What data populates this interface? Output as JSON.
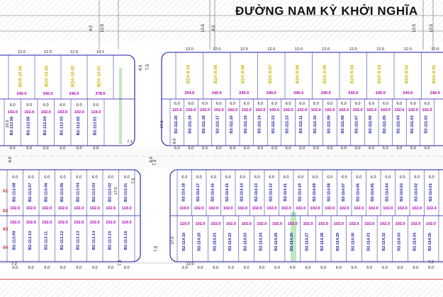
{
  "road_name": "ĐƯỜNG NAM KỲ KHỞI NGHĨA",
  "colors": {
    "block_outline": "#1a1aa8",
    "lot_label": "#1a1aa8",
    "upper_lot_label": "#c9b400",
    "area_label": "#b000b0",
    "dim_text": "#111111",
    "road_fill": "#f3f3f3",
    "green_strip": "#bfe8bf",
    "red_boundary": "#d23c3c"
  },
  "road_widths": [
    "4.0",
    "10.5",
    "10.5",
    "4.0",
    "7.5",
    "7.5",
    "7.5",
    "7.5",
    "7.5",
    "4.0",
    "4.0",
    "4.0",
    "10.5",
    "10.5",
    "4.0"
  ],
  "upper_left_block": {
    "lots": [
      "B2A-10.04",
      "B2A-10.03",
      "B2A-10.02",
      "B2A-10.01"
    ],
    "areas": [
      "240.0",
      "240.0",
      "240.0",
      "378.6"
    ],
    "widths": [
      "12.0",
      "12.0",
      "12.0",
      "19.2"
    ]
  },
  "upper_right_block": {
    "lots": [
      "B2A-9.10",
      "B2A-9.09",
      "B2A-9.08",
      "B2A-9.07",
      "B2A-9.06",
      "B2A-9.05",
      "B2A-9.04",
      "B2A-9.03",
      "B2A-9.02",
      "B2A-9.01"
    ],
    "areas": [
      "254.6",
      "240.0",
      "240.0",
      "240.0",
      "240.0",
      "240.0",
      "240.0",
      "240.0",
      "240.0",
      "240.0"
    ],
    "widths": [
      "13.0",
      "12.0",
      "12.0",
      "12.0",
      "12.0",
      "12.0",
      "12.0",
      "12.0",
      "12.0",
      "12.0"
    ]
  },
  "block_112": {
    "lots": [
      "B2-112.06",
      "B2-112.05",
      "B2-112.04",
      "B2-112.03",
      "B2-112.02",
      "B2-112.01"
    ],
    "areas": [
      "102.0",
      "102.0",
      "102.0",
      "102.0",
      "102.0",
      "119.0"
    ]
  },
  "block_111": {
    "lots": [
      "B2-111.20",
      "B2-111.19",
      "B2-111.18",
      "B2-111.17",
      "B2-111.16",
      "B2-111.15",
      "B2-111.14",
      "B2-111.13",
      "B2-111.12",
      "B2-111.11",
      "B2-111.10",
      "B2-111.09",
      "B2-111.08",
      "B2-111.07",
      "B2-111.06",
      "B2-111.05",
      "B2-111.04",
      "B2-111.03",
      "B2-111.02"
    ],
    "areas": [
      "115.6",
      "102.0",
      "102.0",
      "102.0",
      "102.0",
      "102.0",
      "102.0",
      "102.0",
      "102.0",
      "102.0",
      "102.0",
      "102.0",
      "102.0",
      "102.0",
      "102.0",
      "102.0",
      "102.0",
      "102.0",
      "102.0"
    ]
  },
  "block_113_top": {
    "lots": [
      "B2-113.08",
      "B2-113.07",
      "B2-113.06",
      "B2-113.05",
      "B2-113.04",
      "B2-113.03",
      "B2-113.02",
      "B2-113.01"
    ],
    "areas": [
      "102.0",
      "102.0",
      "102.0",
      "102.0",
      "102.0",
      "102.0",
      "102.0",
      "119.0"
    ]
  },
  "block_113_bottom": {
    "lots": [
      "B2-113.09",
      "B2-113.10",
      "B2-113.11",
      "B2-113.12",
      "B2-113.13",
      "B2-113.14",
      "B2-113.15",
      "B2-113.16"
    ],
    "areas": [
      "102.0",
      "102.0",
      "102.0",
      "102.0",
      "102.0",
      "102.0",
      "102.0",
      "119.0"
    ]
  },
  "block_114_top": {
    "lots": [
      "B2-114.18",
      "B2-114.17",
      "B2-114.16",
      "B2-114.15",
      "B2-114.14",
      "B2-114.13",
      "B2-114.12",
      "B2-114.11",
      "B2-114.10",
      "B2-114.09",
      "B2-114.08",
      "B2-114.07",
      "B2-114.06",
      "B2-114.05",
      "B2-114.04",
      "B2-114.03",
      "B2-114.02",
      "B2-114.01"
    ],
    "areas": [
      "119.0",
      "102.0",
      "102.0",
      "102.0",
      "102.0",
      "102.0",
      "102.0",
      "102.0",
      "102.0",
      "102.0",
      "102.0",
      "102.0",
      "102.0",
      "102.0",
      "102.0",
      "102.0",
      "102.0",
      "222.4"
    ]
  },
  "block_114_bottom": {
    "lots": [
      "B2-114.19",
      "B2-114.20",
      "B2-114.21",
      "B2-114.22",
      "B2-114.23",
      "B2-114.24",
      "B2-114.25",
      "B2-114.26",
      "B2-114.27",
      "B2-114.28",
      "B2-114.29",
      "B2-114.30",
      "B2-114.31",
      "B2-114.32",
      "B2-114.33",
      "B2-114.34",
      "B2-114.35"
    ],
    "areas": [
      "119.0",
      "102.0",
      "102.0",
      "102.0",
      "102.0",
      "102.0",
      "102.0",
      "102.0",
      "102.0",
      "102.0",
      "102.0",
      "102.0",
      "102.0",
      "102.0",
      "102.0",
      "102.0",
      "102.0"
    ]
  },
  "left_edge_labels": [
    "01",
    "02",
    "03",
    "04"
  ],
  "lot_depths": [
    "20.0",
    "17.0",
    "17.0",
    "17.0"
  ],
  "lot_width": "6.0",
  "setback_values": [
    "7.2",
    "7.2",
    "7.2",
    "12.0"
  ]
}
